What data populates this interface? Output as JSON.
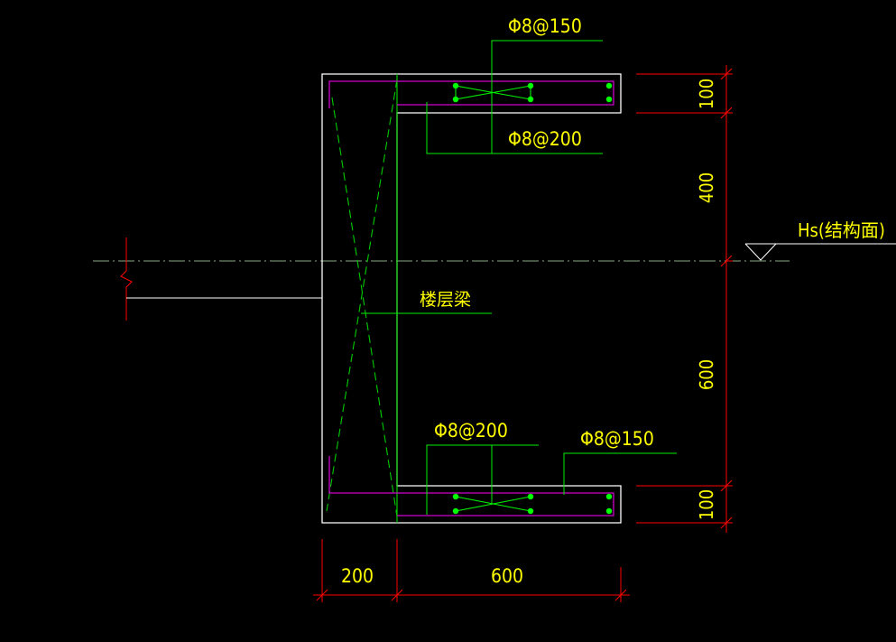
{
  "colors": {
    "background": "#000000",
    "outline": "#ffffff",
    "rebar": "#cc00cc",
    "stirrup": "#00ff00",
    "dashed": "#00cc00",
    "leader": "#00ee00",
    "dimension": "#ff0000",
    "text": "#ffff00",
    "centerline": "#88aa88"
  },
  "labels": {
    "top_stirrup": "Φ8@150",
    "top_tie": "Φ8@200",
    "bottom_tie": "Φ8@200",
    "bottom_stirrup": "Φ8@150",
    "beam": "楼层梁",
    "elevation": "Hs(结构面)"
  },
  "dimensions": {
    "right_top": "100",
    "right_upper": "400",
    "right_lower": "600",
    "right_bottom": "100",
    "bottom_left": "200",
    "bottom_right": "600"
  }
}
